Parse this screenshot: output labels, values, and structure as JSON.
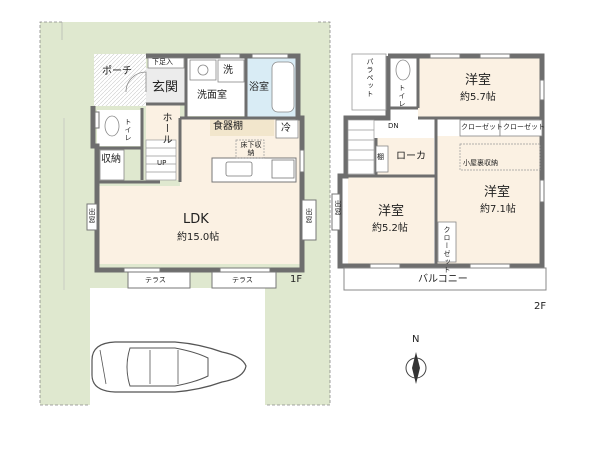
{
  "floor1": {
    "tag": "1F",
    "rooms": {
      "porch": "ポーチ",
      "shoe_storage": "下足入",
      "entrance": "玄関",
      "washer": "洗",
      "wash_room": "洗面室",
      "bath": "浴室",
      "hall": "ホール",
      "toilet": "トイレ",
      "storage": "収納",
      "pantry": "食器棚",
      "fridge": "冷",
      "underfloor": "床下収納",
      "ldk": "LDK",
      "ldk_area": "約15.0帖",
      "bay_window": "出窓",
      "bay_window_left": "出窓",
      "terrace_1": "テラス",
      "terrace_2": "テラス",
      "up": "UP"
    }
  },
  "floor2": {
    "tag": "2F",
    "rooms": {
      "parapet": "パラペット",
      "toilet": "トイレ",
      "dn": "DN",
      "shelf": "棚",
      "corridor": "ローカ",
      "western_1": "洋室",
      "western_1_area": "約5.7帖",
      "western_2": "洋室",
      "western_2_area": "約5.2帖",
      "western_3": "洋室",
      "western_3_area": "約7.1帖",
      "closet_1": "クローゼット",
      "closet_2": "クローゼット",
      "closet_3": "クローゼット",
      "attic": "小屋裏収納",
      "bay_window": "出窓",
      "balcony": "バルコニー"
    }
  },
  "compass": {
    "north": "N"
  },
  "colors": {
    "lawn": "#dfe8cf",
    "wall": "#6e6e6e",
    "floor_wood": "#fbf1e3",
    "tile": "#ececec",
    "bath": "#d9ecf5",
    "pantry": "#f2e6cc"
  }
}
